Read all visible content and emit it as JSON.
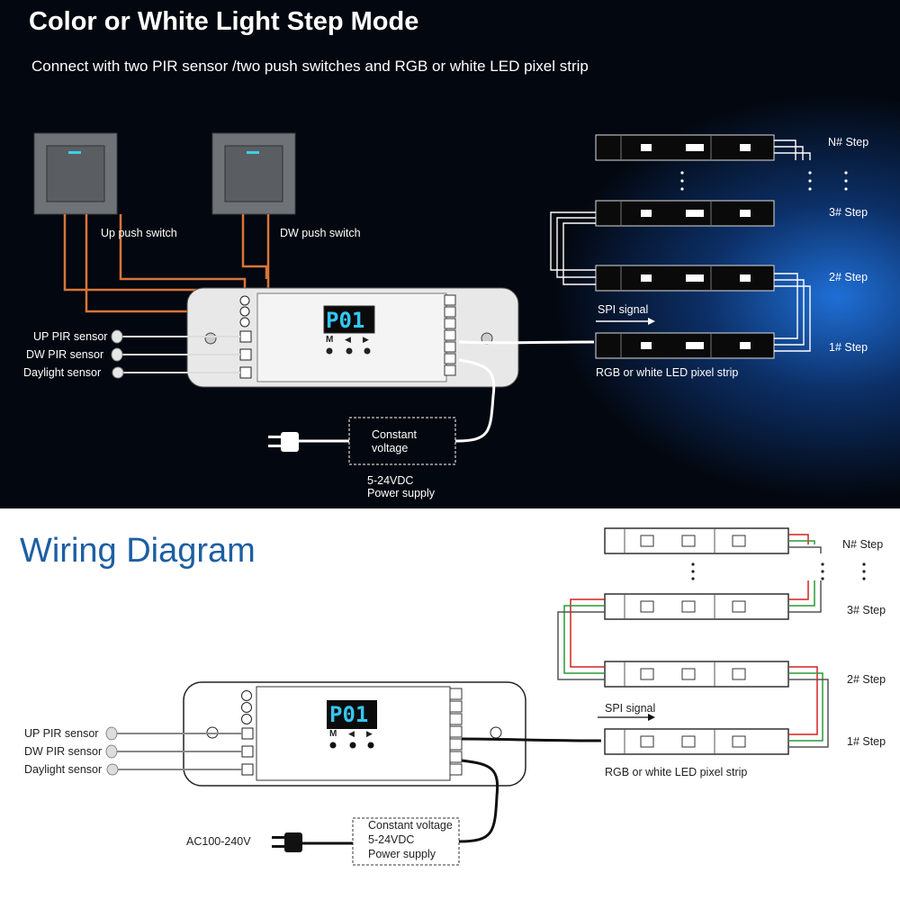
{
  "top_panel": {
    "title": "Color or White Light Step Mode",
    "subtitle": "Connect with two PIR sensor /two push switches and RGB or white LED pixel strip",
    "up_switch_label": "Up push switch",
    "dw_switch_label": "DW push switch",
    "sensors": [
      "UP PIR sensor",
      "DW PIR sensor",
      "Daylight sensor"
    ],
    "display": "P01",
    "buttons": [
      "M",
      "◀",
      "▶"
    ],
    "spi_signal": "SPI signal",
    "strip_label": "RGB or white LED pixel strip",
    "steps": [
      "N# Step",
      "3# Step",
      "2# Step",
      "1# Step"
    ],
    "psu_line1": "Constant",
    "psu_line2": "voltage",
    "psu_spec1": "5-24VDC",
    "psu_spec2": "Power supply"
  },
  "bottom_panel": {
    "title": "Wiring Diagram",
    "sensors": [
      "UP PIR sensor",
      "DW PIR sensor",
      "Daylight sensor"
    ],
    "display": "P01",
    "buttons": [
      "M",
      "◀",
      "▶"
    ],
    "spi_signal": "SPI signal",
    "strip_label": "RGB or white LED pixel strip",
    "steps": [
      "N# Step",
      "3# Step",
      "2# Step",
      "1# Step"
    ],
    "ac_label": "AC100-240V",
    "psu_line1": "Constant voltage",
    "psu_line2": "5-24VDC",
    "psu_line3": "Power supply"
  },
  "colors": {
    "wire_orange": "#d9743a",
    "wire_red": "#d32020",
    "wire_green": "#2a9a3a",
    "title_blue": "#1d5ea3",
    "display_cyan": "#35c6f5"
  }
}
